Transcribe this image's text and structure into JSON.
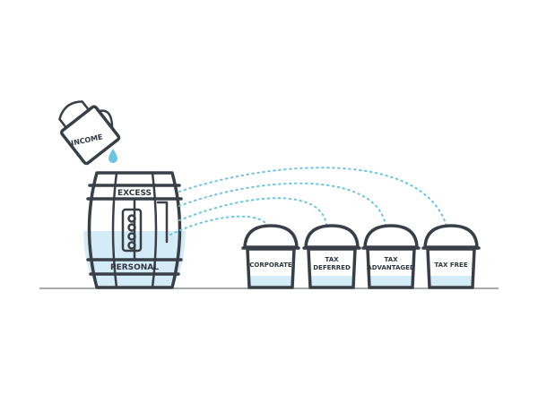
{
  "diagram": {
    "source_label": "INCOME",
    "barrel": {
      "top_label": "EXCESS",
      "bottom_label": "PERSONAL"
    },
    "buckets": [
      {
        "label_line1": "CORPORATE",
        "label_line2": ""
      },
      {
        "label_line1": "TAX",
        "label_line2": "DEFERRED"
      },
      {
        "label_line1": "TAX",
        "label_line2": "ADVANTAGED"
      },
      {
        "label_line1": "TAX FREE",
        "label_line2": ""
      }
    ],
    "colors": {
      "outline": "#3a3f47",
      "water": "#d4ecf8",
      "flow": "#6cc3e3"
    }
  }
}
